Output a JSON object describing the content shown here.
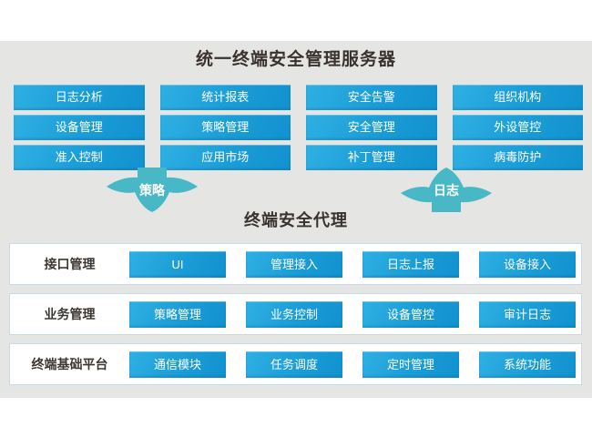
{
  "colors": {
    "module_blue": "#1e9fd8",
    "module_blue_light": "#2fb0e4",
    "module_blue_dark": "#1192cf",
    "arrow_teal": "#49b8c6",
    "background_gray": "#e5e5e3",
    "panel_border": "#c8dbe8",
    "title_text": "#39322e",
    "module_text": "#ffffff"
  },
  "server": {
    "title": "统一终端安全管理服务器",
    "modules": [
      [
        "日志分析",
        "统计报表",
        "安全告警",
        "组织机构"
      ],
      [
        "设备管理",
        "策略管理",
        "安全管理",
        "外设管控"
      ],
      [
        "准入控制",
        "应用市场",
        "补丁管理",
        "病毒防护"
      ]
    ]
  },
  "arrows": {
    "down_label": "策略",
    "up_label": "日志"
  },
  "agent": {
    "title": "终端安全代理",
    "layers": [
      {
        "label": "接口管理",
        "modules": [
          "UI",
          "管理接入",
          "日志上报",
          "设备接入"
        ]
      },
      {
        "label": "业务管理",
        "modules": [
          "策略管理",
          "业务控制",
          "设备管控",
          "审计日志"
        ]
      },
      {
        "label": "终端基础平台",
        "modules": [
          "通信模块",
          "任务调度",
          "定时管理",
          "系统功能"
        ]
      }
    ]
  }
}
